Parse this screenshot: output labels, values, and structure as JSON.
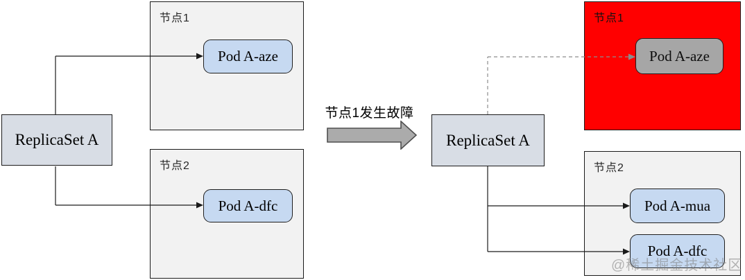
{
  "colors": {
    "node_fill": "#f2f2f2",
    "replicaset_fill": "#d8dde5",
    "pod_fill": "#c6d9f1",
    "failed_node_fill": "#ff0000",
    "failed_pod_fill": "#a6a6a6",
    "block_arrow_fill": "#ababab",
    "block_arrow_stroke": "#4f4f4f"
  },
  "before": {
    "replicaset_label": "ReplicaSet A",
    "node1": {
      "label": "节点1",
      "pod": "Pod A-aze"
    },
    "node2": {
      "label": "节点2",
      "pod": "Pod A-dfc"
    }
  },
  "transition": {
    "label": "节点1发生故障"
  },
  "after": {
    "replicaset_label": "ReplicaSet A",
    "node1": {
      "label": "节点1",
      "pod": "Pod A-aze",
      "status": "failed"
    },
    "node2": {
      "label": "节点2",
      "pods": [
        "Pod A-mua",
        "Pod A-dfc"
      ]
    }
  },
  "watermark": "@稀土掘金技术社区"
}
